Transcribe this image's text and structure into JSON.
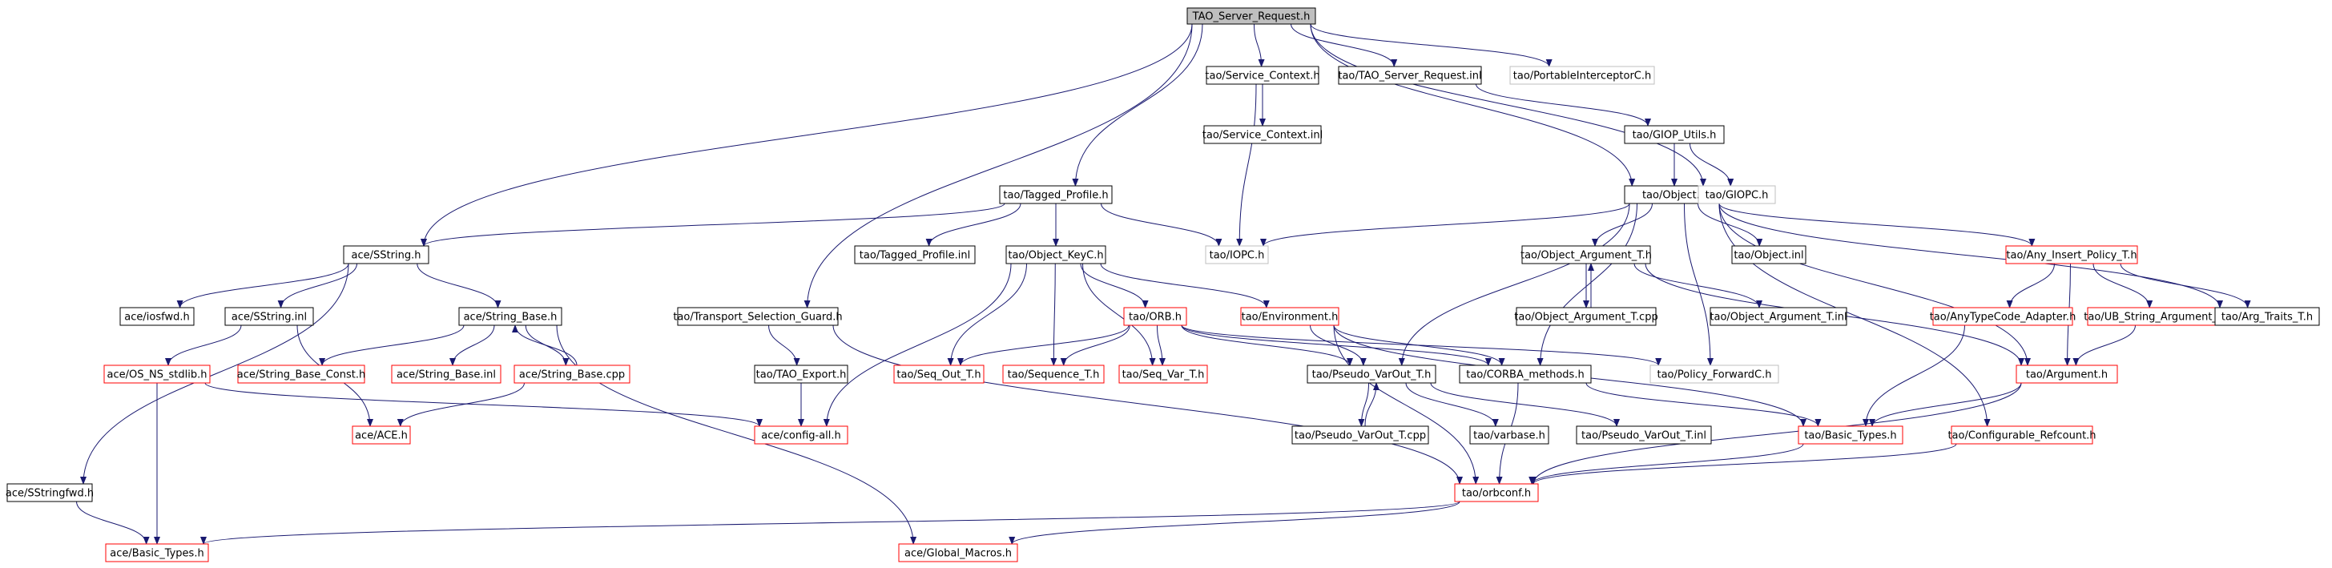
{
  "colors": {
    "edge": "#191970",
    "box_default": "#000000",
    "box_red": "#ff0000",
    "box_gray": "#bfbfbf",
    "root_fill": "#bfbfbf",
    "text": "#000000"
  },
  "nodes": [
    {
      "id": "root",
      "label": "TAO_Server_Request.h",
      "style": "root"
    },
    {
      "id": "svcctx",
      "label": "tao/Service_Context.h",
      "style": "default"
    },
    {
      "id": "tsreqinl",
      "label": "tao/TAO_Server_Request.inl",
      "style": "default"
    },
    {
      "id": "portable",
      "label": "tao/PortableInterceptorC.h",
      "style": "gray"
    },
    {
      "id": "svcctxinl",
      "label": "tao/Service_Context.inl",
      "style": "default"
    },
    {
      "id": "giop",
      "label": "tao/GIOP_Utils.h",
      "style": "default"
    },
    {
      "id": "tagged",
      "label": "tao/Tagged_Profile.h",
      "style": "default"
    },
    {
      "id": "object",
      "label": "tao/Object.h",
      "style": "default"
    },
    {
      "id": "giopc",
      "label": "tao/GIOPC.h",
      "style": "gray"
    },
    {
      "id": "sstring",
      "label": "ace/SString.h",
      "style": "default"
    },
    {
      "id": "taggedinl",
      "label": "tao/Tagged_Profile.inl",
      "style": "default"
    },
    {
      "id": "objkey",
      "label": "tao/Object_KeyC.h",
      "style": "default"
    },
    {
      "id": "iopc",
      "label": "tao/IOPC.h",
      "style": "gray"
    },
    {
      "id": "objarg",
      "label": "tao/Object_Argument_T.h",
      "style": "default"
    },
    {
      "id": "objinl",
      "label": "tao/Object.inl",
      "style": "default"
    },
    {
      "id": "anyins",
      "label": "tao/Any_Insert_Policy_T.h",
      "style": "red"
    },
    {
      "id": "iosfwd",
      "label": "ace/iosfwd.h",
      "style": "default"
    },
    {
      "id": "sstringinl",
      "label": "ace/SString.inl",
      "style": "default"
    },
    {
      "id": "strbase",
      "label": "ace/String_Base.h",
      "style": "default"
    },
    {
      "id": "tsguard",
      "label": "tao/Transport_Selection_Guard.h",
      "style": "default"
    },
    {
      "id": "orb",
      "label": "tao/ORB.h",
      "style": "red"
    },
    {
      "id": "env",
      "label": "tao/Environment.h",
      "style": "red"
    },
    {
      "id": "objargcpp",
      "label": "tao/Object_Argument_T.cpp",
      "style": "default"
    },
    {
      "id": "objarginl",
      "label": "tao/Object_Argument_T.inl",
      "style": "default"
    },
    {
      "id": "anytc",
      "label": "tao/AnyTypeCode_Adapter.h",
      "style": "red"
    },
    {
      "id": "ubstr",
      "label": "tao/UB_String_Argument_T.h",
      "style": "red"
    },
    {
      "id": "argtraits",
      "label": "tao/Arg_Traits_T.h",
      "style": "default"
    },
    {
      "id": "osstd",
      "label": "ace/OS_NS_stdlib.h",
      "style": "red"
    },
    {
      "id": "strconst",
      "label": "ace/String_Base_Const.h",
      "style": "red"
    },
    {
      "id": "strbaseinl",
      "label": "ace/String_Base.inl",
      "style": "red"
    },
    {
      "id": "strbasecpp",
      "label": "ace/String_Base.cpp",
      "style": "red"
    },
    {
      "id": "taoexport",
      "label": "tao/TAO_Export.h",
      "style": "default"
    },
    {
      "id": "seqout",
      "label": "tao/Seq_Out_T.h",
      "style": "red"
    },
    {
      "id": "sequence",
      "label": "tao/Sequence_T.h",
      "style": "red"
    },
    {
      "id": "seqvar",
      "label": "tao/Seq_Var_T.h",
      "style": "red"
    },
    {
      "id": "pseudo",
      "label": "tao/Pseudo_VarOut_T.h",
      "style": "default"
    },
    {
      "id": "corbam",
      "label": "tao/CORBA_methods.h",
      "style": "default"
    },
    {
      "id": "policyfwd",
      "label": "tao/Policy_ForwardC.h",
      "style": "gray"
    },
    {
      "id": "argument",
      "label": "tao/Argument.h",
      "style": "red"
    },
    {
      "id": "acemain",
      "label": "ace/ACE.h",
      "style": "red"
    },
    {
      "id": "configall",
      "label": "ace/config-all.h",
      "style": "red"
    },
    {
      "id": "pseudocpp",
      "label": "tao/Pseudo_VarOut_T.cpp",
      "style": "default"
    },
    {
      "id": "varbase",
      "label": "tao/varbase.h",
      "style": "default"
    },
    {
      "id": "pseudoinl",
      "label": "tao/Pseudo_VarOut_T.inl",
      "style": "default"
    },
    {
      "id": "taobasic",
      "label": "tao/Basic_Types.h",
      "style": "red"
    },
    {
      "id": "cfgref",
      "label": "tao/Configurable_Refcount.h",
      "style": "red"
    },
    {
      "id": "sstringfwd",
      "label": "ace/SStringfwd.h",
      "style": "default"
    },
    {
      "id": "orbconf",
      "label": "tao/orbconf.h",
      "style": "red"
    },
    {
      "id": "acebasic",
      "label": "ace/Basic_Types.h",
      "style": "red"
    },
    {
      "id": "globalmacros",
      "label": "ace/Global_Macros.h",
      "style": "red"
    }
  ],
  "edges": [
    [
      "root",
      "svcctx"
    ],
    [
      "root",
      "tsreqinl"
    ],
    [
      "root",
      "portable"
    ],
    [
      "root",
      "giopc"
    ],
    [
      "root",
      "object"
    ],
    [
      "root",
      "tagged"
    ],
    [
      "root",
      "tsguard"
    ],
    [
      "root",
      "sstring"
    ],
    [
      "svcctx",
      "svcctxinl"
    ],
    [
      "svcctx",
      "iopc"
    ],
    [
      "tsreqinl",
      "giop"
    ],
    [
      "giop",
      "object"
    ],
    [
      "giop",
      "giopc"
    ],
    [
      "tagged",
      "sstring"
    ],
    [
      "tagged",
      "taggedinl"
    ],
    [
      "tagged",
      "objkey"
    ],
    [
      "tagged",
      "iopc"
    ],
    [
      "object",
      "iopc"
    ],
    [
      "object",
      "objarg"
    ],
    [
      "object",
      "objinl"
    ],
    [
      "object",
      "anyins"
    ],
    [
      "object",
      "argtraits"
    ],
    [
      "object",
      "pseudo"
    ],
    [
      "object",
      "corbam"
    ],
    [
      "object",
      "policyfwd"
    ],
    [
      "object",
      "cfgref"
    ],
    [
      "object",
      "argument"
    ],
    [
      "sstring",
      "iosfwd"
    ],
    [
      "sstring",
      "sstringinl"
    ],
    [
      "sstring",
      "strbase"
    ],
    [
      "sstring",
      "sstringfwd"
    ],
    [
      "sstringinl",
      "osstd"
    ],
    [
      "sstringinl",
      "acemain"
    ],
    [
      "strbase",
      "strconst"
    ],
    [
      "strbase",
      "strbaseinl"
    ],
    [
      "strbase",
      "strbasecpp"
    ],
    [
      "strbase",
      "globalmacros"
    ],
    [
      "strbasecpp",
      "strbase"
    ],
    [
      "strbasecpp",
      "acemain"
    ],
    [
      "osstd",
      "acebasic"
    ],
    [
      "osstd",
      "configall"
    ],
    [
      "tsguard",
      "taoexport"
    ],
    [
      "tsguard",
      "orbconf"
    ],
    [
      "taoexport",
      "configall"
    ],
    [
      "objkey",
      "orb"
    ],
    [
      "objkey",
      "env"
    ],
    [
      "objkey",
      "seqout"
    ],
    [
      "objkey",
      "sequence"
    ],
    [
      "objkey",
      "seqvar"
    ],
    [
      "objkey",
      "configall"
    ],
    [
      "orb",
      "seqout"
    ],
    [
      "orb",
      "sequence"
    ],
    [
      "orb",
      "seqvar"
    ],
    [
      "orb",
      "pseudo"
    ],
    [
      "orb",
      "corbam"
    ],
    [
      "orb",
      "policyfwd"
    ],
    [
      "env",
      "pseudo"
    ],
    [
      "env",
      "corbam"
    ],
    [
      "env",
      "taobasic"
    ],
    [
      "env",
      "orbconf"
    ],
    [
      "objarg",
      "objargcpp"
    ],
    [
      "objarg",
      "objarginl"
    ],
    [
      "objarg",
      "argument"
    ],
    [
      "objargcpp",
      "objarg"
    ],
    [
      "anyins",
      "anytc"
    ],
    [
      "anyins",
      "ubstr"
    ],
    [
      "anyins",
      "argtraits"
    ],
    [
      "anyins",
      "argument"
    ],
    [
      "anytc",
      "taobasic"
    ],
    [
      "ubstr",
      "argument"
    ],
    [
      "pseudo",
      "pseudocpp"
    ],
    [
      "pseudo",
      "varbase"
    ],
    [
      "pseudo",
      "pseudoinl"
    ],
    [
      "pseudocpp",
      "pseudo"
    ],
    [
      "corbam",
      "taobasic"
    ],
    [
      "corbam",
      "orbconf"
    ],
    [
      "argument",
      "taobasic"
    ],
    [
      "argument",
      "orbconf"
    ],
    [
      "taobasic",
      "orbconf"
    ],
    [
      "cfgref",
      "orbconf"
    ],
    [
      "orbconf",
      "acebasic"
    ],
    [
      "orbconf",
      "globalmacros"
    ],
    [
      "sstringfwd",
      "acebasic"
    ]
  ]
}
